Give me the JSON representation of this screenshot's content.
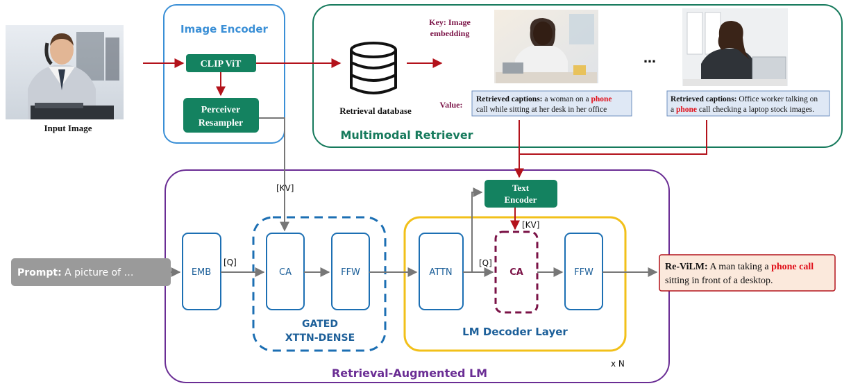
{
  "input_image": {
    "caption": "Input Image"
  },
  "image_encoder": {
    "title": "Image Encoder",
    "clip": "CLIP ViT",
    "perceiver_line1": "Perceiver",
    "perceiver_line2": "Resampler"
  },
  "retriever": {
    "title": "Multimodal Retriever",
    "database_label": "Retrieval database",
    "key_line1": "Key: Image",
    "key_line2": "embedding",
    "value_label": "Value:",
    "ellipsis": "…",
    "caption1": {
      "prefix": "Retrieved captions:",
      "line1_text": " a woman on a ",
      "highlight": "phone",
      "line2": "call while sitting at her desk in her office"
    },
    "caption2": {
      "prefix": "Retrieved captions:",
      "line1_text": " Office worker talking on",
      "line2_pre": "a ",
      "highlight": "phone",
      "line2_post": " call checking a laptop stock images."
    }
  },
  "lm": {
    "title": "Retrieval-Augmented LM",
    "emb": "EMB",
    "q1": "[Q]",
    "kv1": "[KV]",
    "ca1": "CA",
    "ffw1": "FFW",
    "gated_line1": "GATED",
    "gated_line2": "XTTN-DENSE",
    "attn": "ATTN",
    "q2": "[Q]",
    "kv2": "[KV]",
    "ca2": "CA",
    "ffw2": "FFW",
    "decoder_label": "LM Decoder Layer",
    "text_encoder_line1": "Text",
    "text_encoder_line2": "Encoder",
    "repeat": "x N"
  },
  "prompt": {
    "prefix": "Prompt:",
    "text": " A picture of …"
  },
  "output": {
    "prefix": "Re-ViLM:",
    "pre": " A man taking a ",
    "highlight": "phone call",
    "line2": "sitting in front of a desktop."
  },
  "colors": {
    "blue": "#3a8fd6",
    "dark_blue": "#1c5f99",
    "green": "#167a5c",
    "green_fill": "#148260",
    "purple": "#6a2d94",
    "maroon": "#7a1246",
    "gold": "#f2c01a",
    "red": "#b3121b",
    "highlight_red": "#e0101a",
    "gray": "#777777"
  }
}
